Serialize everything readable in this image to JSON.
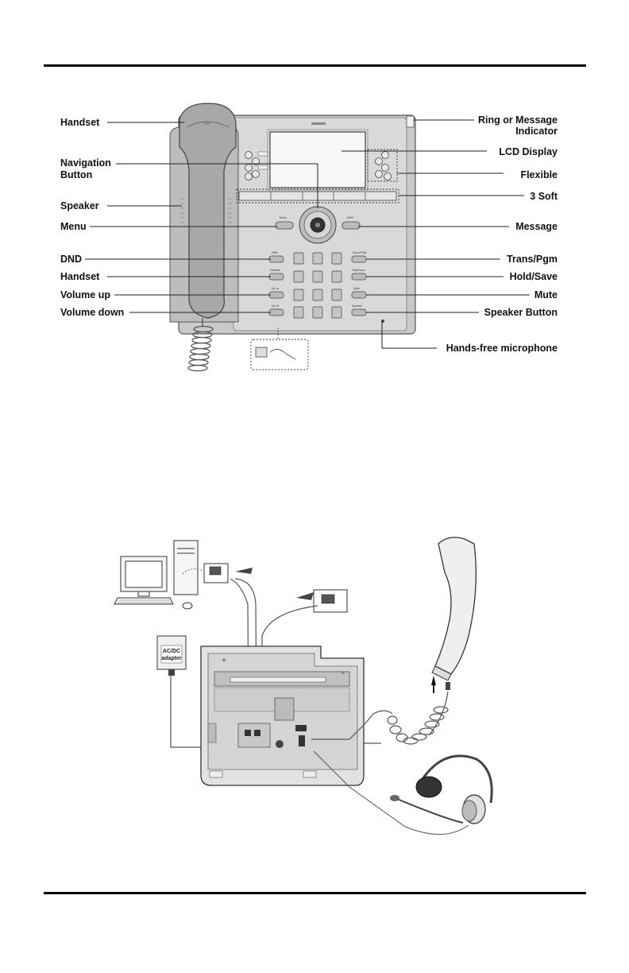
{
  "labels_left": [
    {
      "text": "Handset",
      "lines": [
        "Handset"
      ]
    },
    {
      "text": "Navigation Button",
      "lines": [
        "Navigation",
        "Button"
      ]
    },
    {
      "text": "Speaker",
      "lines": [
        "Speaker"
      ]
    },
    {
      "text": "Menu",
      "lines": [
        "Menu"
      ]
    },
    {
      "text": "DND",
      "lines": [
        "DND"
      ]
    },
    {
      "text": "Handset",
      "lines": [
        "Handset"
      ]
    },
    {
      "text": "Volume up",
      "lines": [
        "Volume up"
      ]
    },
    {
      "text": "Volume down",
      "lines": [
        "Volume down"
      ]
    }
  ],
  "labels_right": [
    {
      "text": "Ring or Message Indicator",
      "lines": [
        "Ring or Message",
        "Indicator"
      ]
    },
    {
      "text": "LCD Display",
      "lines": [
        "LCD Display"
      ]
    },
    {
      "text": "Flexible",
      "lines": [
        "Flexible"
      ]
    },
    {
      "text": "3 Soft",
      "lines": [
        "3 Soft"
      ]
    },
    {
      "text": "Message",
      "lines": [
        "Message"
      ]
    },
    {
      "text": "Trans/Pgm",
      "lines": [
        "Trans/Pgm"
      ]
    },
    {
      "text": "Hold/Save",
      "lines": [
        "Hold/Save"
      ]
    },
    {
      "text": "Mute",
      "lines": [
        "Mute"
      ]
    },
    {
      "text": "Speaker Button",
      "lines": [
        "Speaker Button"
      ]
    },
    {
      "text": "Hands-free microphone",
      "lines": [
        "Hands-free microphone"
      ]
    }
  ],
  "key_labels": {
    "menu": "Menu",
    "msg": "MSG",
    "dnd": "DND",
    "headset": "Headset",
    "vol_up": "Vol ▲",
    "vol_down": "Vol ▼",
    "trans": "Trans/PGM",
    "hold": "Hold/Save",
    "mute": "Mute",
    "speaker": "Speaker"
  },
  "adapter_label": [
    "AC/DC",
    "adapter"
  ]
}
